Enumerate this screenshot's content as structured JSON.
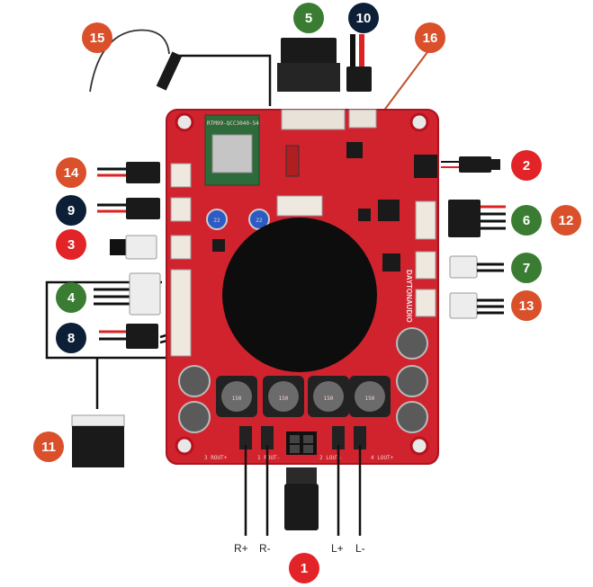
{
  "colors": {
    "red": "#e22327",
    "green": "#3a7d32",
    "orange": "#d9502a",
    "navy": "#0c1f36",
    "pcb": "#d1232e",
    "pcb_dark": "#a9141f"
  },
  "badges": [
    {
      "id": "1",
      "label": "1",
      "color": "red"
    },
    {
      "id": "2",
      "label": "2",
      "color": "red"
    },
    {
      "id": "3",
      "label": "3",
      "color": "red"
    },
    {
      "id": "4",
      "label": "4",
      "color": "green"
    },
    {
      "id": "5",
      "label": "5",
      "color": "green"
    },
    {
      "id": "6",
      "label": "6",
      "color": "green"
    },
    {
      "id": "7",
      "label": "7",
      "color": "green"
    },
    {
      "id": "8",
      "label": "8",
      "color": "navy"
    },
    {
      "id": "9",
      "label": "9",
      "color": "navy"
    },
    {
      "id": "10",
      "label": "10",
      "color": "navy"
    },
    {
      "id": "11",
      "label": "11",
      "color": "orange"
    },
    {
      "id": "12",
      "label": "12",
      "color": "orange"
    },
    {
      "id": "13",
      "label": "13",
      "color": "orange"
    },
    {
      "id": "14",
      "label": "14",
      "color": "orange"
    },
    {
      "id": "15",
      "label": "15",
      "color": "orange"
    },
    {
      "id": "16",
      "label": "16",
      "color": "orange"
    }
  ],
  "wire_labels": {
    "r_plus": "R+",
    "r_minus": "R-",
    "l_plus": "L+",
    "l_minus": "L-"
  },
  "board": {
    "brand": "DAYTONAUDIO",
    "silk_rout_plus": "3  ROUT+",
    "silk_rout_minus": "1  ROUT-",
    "silk_lout_minus": "2  LOUT-",
    "silk_lout_plus": "4  LOUT+",
    "silk_module": "RTM99-QCC3040-54",
    "cap_left_1": "150",
    "cap_left_2": "150",
    "cap_right_1": "150",
    "cap_right_2": "150",
    "cap_small_1": "22",
    "cap_small_2": "22"
  }
}
